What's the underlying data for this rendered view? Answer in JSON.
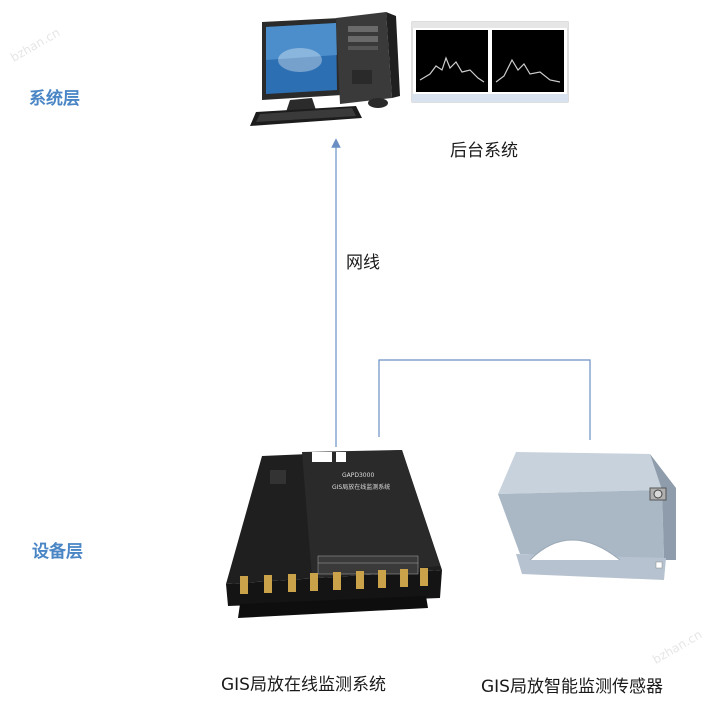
{
  "layers": {
    "system": "系统层",
    "device": "设备层"
  },
  "nodes": {
    "backend": {
      "caption": "后台系统"
    },
    "gis_system": {
      "caption": "GIS局放在线监测系统",
      "panel_model": "GAPD3000",
      "panel_title": "GIS局放在线监测系统"
    },
    "gis_sensor": {
      "caption": "GIS局放智能监测传感器"
    }
  },
  "links": {
    "network": "网线"
  },
  "watermark": {
    "top": "bzhan.cn",
    "right": "bzhan.cn"
  },
  "colors": {
    "layer_label": "#4a86c5",
    "connector": "#6b8fc4"
  }
}
